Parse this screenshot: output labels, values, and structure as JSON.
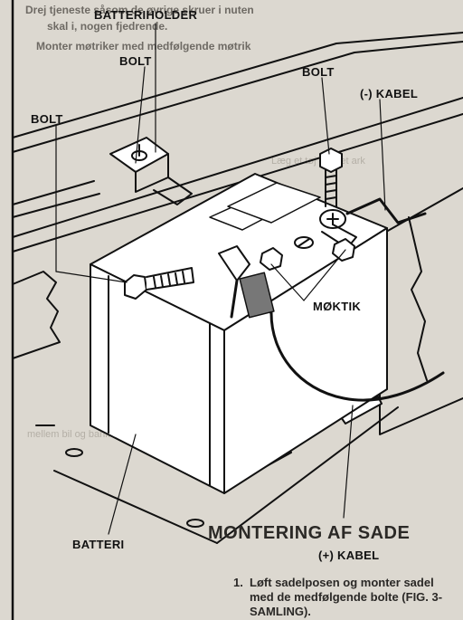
{
  "background_text": {
    "line1": "Drej tjeneste såsom de øvrige skruer i nuten",
    "line2": "skal i, nogen fjedrende.",
    "line3": "Monter møtriker med medfølgende møtrik",
    "faint_a": "Læg et tøj eller et ark",
    "faint_b": "mellem bil og banke"
  },
  "section_heading": "MONTERING AF SADE",
  "instruction": {
    "number": "1.",
    "text": "Løft sadelposen og monter sadel med de medfølgende bolte (FIG. 3-SAMLING)."
  },
  "labels": {
    "batteriholder": "BATTERIHOLDER",
    "bolt_top": "BOLT",
    "bolt_left": "BOLT",
    "bolt_right": "BOLT",
    "kabel_neg": "(-) KABEL",
    "moktik": "MØKTIK",
    "kabel_pos": "(+) KABEL",
    "batteri": "BATTERI"
  },
  "colors": {
    "paper": "#dcd8d0",
    "ink": "#111111",
    "battery_fill": "#ffffff",
    "bg_ink": "#6e6a64"
  }
}
